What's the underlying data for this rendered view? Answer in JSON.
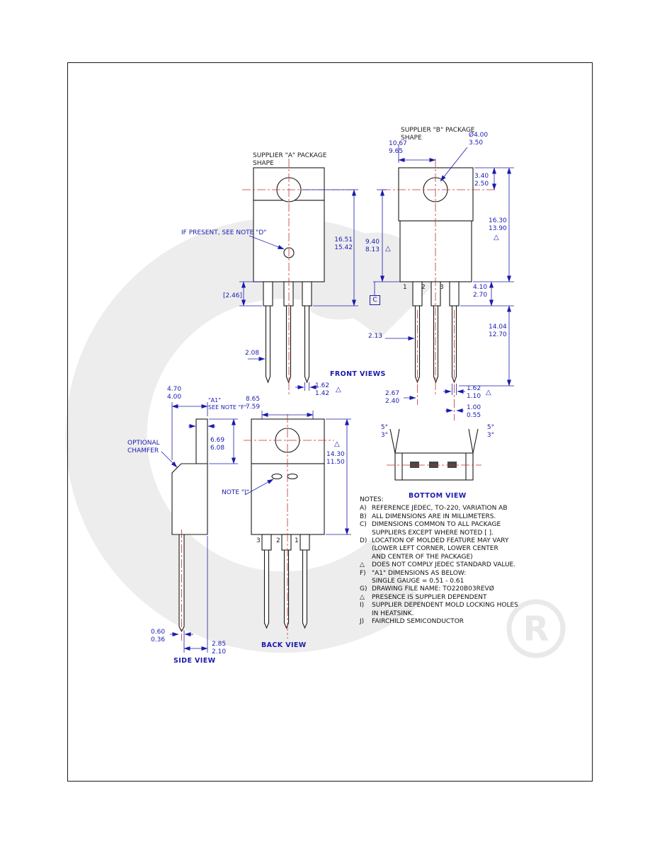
{
  "drawing": {
    "front_views_label": "FRONT VIEWS",
    "side_view_label": "SIDE VIEW",
    "back_view_label": "BACK VIEW",
    "bottom_view_label": "BOTTOM VIEW",
    "supplier_a_label": "SUPPLIER \"A\" PACKAGE\nSHAPE",
    "supplier_b_label": "SUPPLIER \"B\" PACKAGE\nSHAPE",
    "if_present_label": "IF PRESENT, SEE NOTE \"D\"",
    "optional_chamfer_label": "OPTIONAL\nCHAMFER",
    "a1_label": "\"A1\"\nSEE NOTE \"F\"",
    "note_i_label": "NOTE \"I\"",
    "datum_c": "C",
    "watermark_r": "R"
  },
  "pins": {
    "front": [
      "1",
      "2",
      "3"
    ],
    "back": [
      "3",
      "2",
      "1"
    ]
  },
  "dims": {
    "dia_hole": "Ø4.00\n3.50",
    "tab_width": "10.67\n9.65",
    "hole_from_top": "3.40\n2.50",
    "pkg_height_b": "16.30\n13.90",
    "hole_to_bottom": "9.40\n8.13",
    "pkg_height_a": "16.51\n15.42",
    "shoulder_height": "[2.46]",
    "lead_pos_a": "2.08",
    "lead_width_a": "1.62\n1.42",
    "shoulder_len_b": "4.10\n2.70",
    "lead_len_b": "14.04\n12.70",
    "lead_offset_b": "2.13",
    "lead_span_b": "2.67\n2.40",
    "lead_width_b": "1.62\n1.10",
    "lead_tip_b": "1.00\n0.55",
    "body_thickness": "4.70\n4.00",
    "tab_to_body": "6.69\n6.08",
    "lead_thickness": "0.60\n0.36",
    "lead_setback": "2.85\n2.10",
    "hole_span_back": "8.65\n7.59",
    "body_height_back": "14.30\n11.50",
    "draft_left": "5°\n3°",
    "draft_right": "5°\n3°"
  },
  "notes": {
    "title": "NOTES:",
    "items": [
      {
        "p": "A)",
        "text": "REFERENCE JEDEC, TO-220, VARIATION AB"
      },
      {
        "p": "B)",
        "text": "ALL DIMENSIONS ARE IN MILLIMETERS."
      },
      {
        "p": "C)",
        "text": "DIMENSIONS COMMON TO ALL PACKAGE\nSUPPLIERS EXCEPT WHERE NOTED [  ]."
      },
      {
        "p": "D)",
        "text": "LOCATION OF MOLDED FEATURE MAY VARY\n(LOWER LEFT CORNER, LOWER CENTER\nAND CENTER OF THE PACKAGE)"
      },
      {
        "p": "△",
        "text": "DOES NOT COMPLY JEDEC STANDARD VALUE."
      },
      {
        "p": "F)",
        "text": "\"A1\" DIMENSIONS AS BELOW:\nSINGLE GAUGE = 0.51 - 0.61"
      },
      {
        "p": "G)",
        "text": "DRAWING FILE NAME: TO220B03REVØ"
      },
      {
        "p": "△",
        "text": "PRESENCE IS SUPPLIER DEPENDENT"
      },
      {
        "p": "I)",
        "text": "SUPPLIER DEPENDENT MOLD LOCKING HOLES\nIN HEATSINK."
      },
      {
        "p": "J)",
        "text": "FAIRCHILD SEMICONDUCTOR"
      }
    ]
  }
}
